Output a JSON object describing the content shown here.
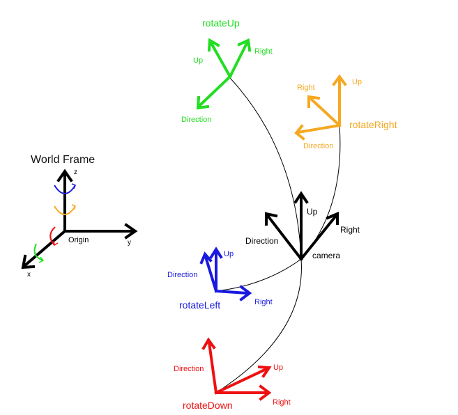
{
  "world_frame": {
    "title": "World Frame",
    "axis_z": "z",
    "axis_y": "y",
    "axis_x": "x",
    "origin": "Origin"
  },
  "camera": {
    "name": "camera",
    "up": "Up",
    "right": "Right",
    "direction": "Direction"
  },
  "rotate_up": {
    "name": "rotateUp",
    "up": "Up",
    "right": "Right",
    "direction": "Direction",
    "color": "#22dd22"
  },
  "rotate_right": {
    "name": "rotateRight",
    "up": "Up",
    "right": "Right",
    "direction": "Direction",
    "color": "#f5a820"
  },
  "rotate_left": {
    "name": "rotateLeft",
    "up": "Up",
    "right": "Right",
    "direction": "Direction",
    "color": "#1a1adf"
  },
  "rotate_down": {
    "name": "rotateDown",
    "up": "Up",
    "right": "Right",
    "direction": "Direction",
    "color": "#ee1111"
  },
  "colors": {
    "camera": "#000000",
    "world_z_rotation": "#1a1adf",
    "world_y_rotation": "#f5a820",
    "world_x_rotation": "#ee1111",
    "world_x_arc2": "#22dd22"
  }
}
